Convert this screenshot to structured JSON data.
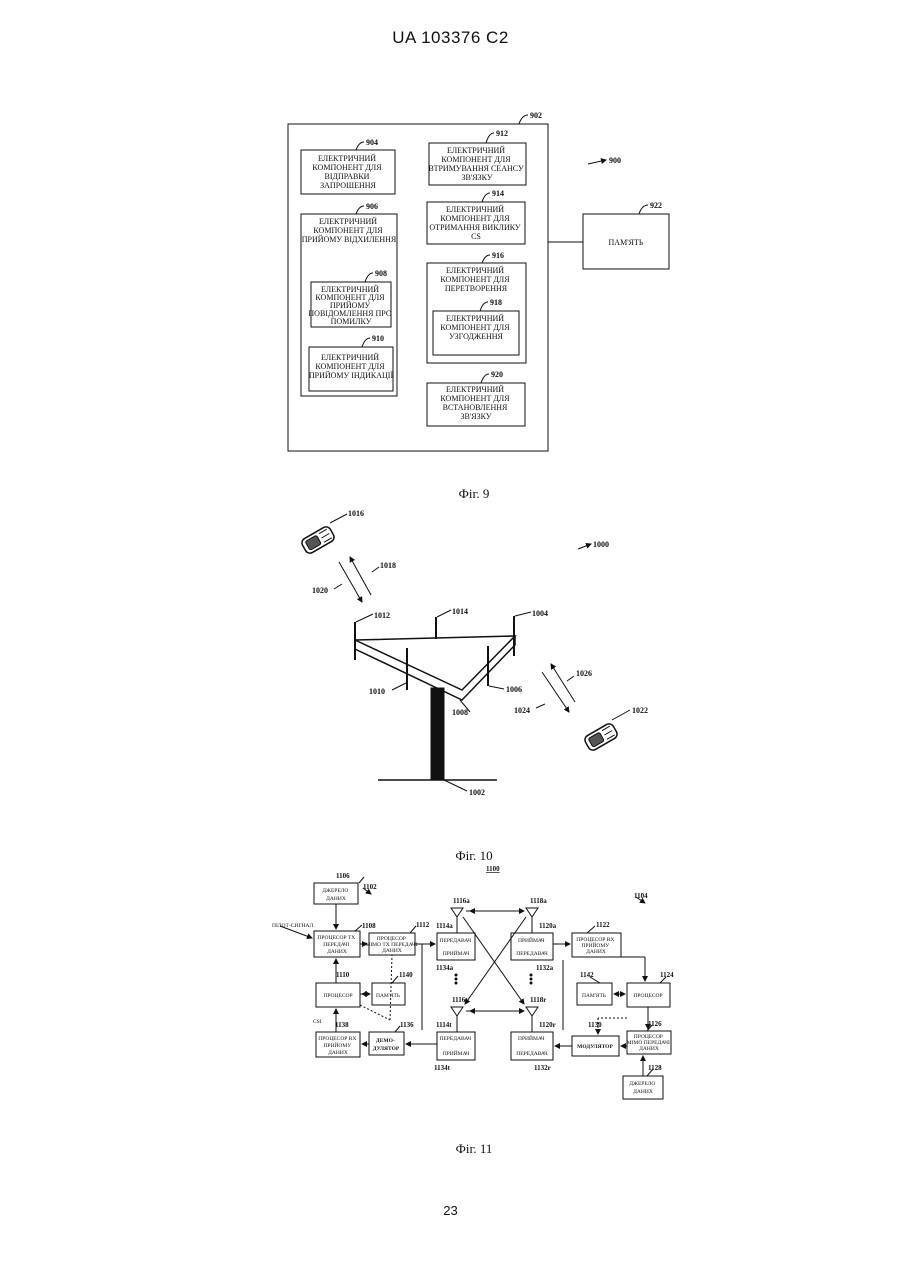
{
  "header": "UA   103376   C2",
  "page_number": "23",
  "fig9": {
    "caption": "Фіг. 9",
    "refs": {
      "r900": "900",
      "r902": "902",
      "r904": "904",
      "r906": "906",
      "r908": "908",
      "r910": "910",
      "r912": "912",
      "r914": "914",
      "r916": "916",
      "r918": "918",
      "r920": "920",
      "r922": "922"
    },
    "boxes": {
      "b904": [
        "ЕЛЕКТРИЧНИЙ",
        "КОМПОНЕНТ ДЛЯ",
        "ВІДПРАВКИ",
        "ЗАПРОШЕННЯ"
      ],
      "b906": [
        "ЕЛЕКТРИЧНИЙ",
        "КОМПОНЕНТ ДЛЯ",
        "ПРИЙОМУ ВІДХИЛЕННЯ"
      ],
      "b908": [
        "ЕЛЕКТРИЧНИЙ",
        "КОМПОНЕНТ ДЛЯ",
        "ПРИЙОМУ",
        "ПОВІДОМЛЕННЯ ПРО",
        "ПОМИЛКУ"
      ],
      "b910": [
        "ЕЛЕКТРИЧНИЙ",
        "КОМПОНЕНТ ДЛЯ",
        "ПРИЙОМУ ІНДИКАЦІЇ"
      ],
      "b912": [
        "ЕЛЕКТРИЧНИЙ",
        "КОМПОНЕНТ ДЛЯ",
        "ВТРИМУВАННЯ СЕАНСУ",
        "ЗВ'ЯЗКУ"
      ],
      "b914": [
        "ЕЛЕКТРИЧНИЙ",
        "КОМПОНЕНТ ДЛЯ",
        "ОТРИМАННЯ ВИКЛИКУ",
        "CS"
      ],
      "b916": [
        "ЕЛЕКТРИЧНИЙ",
        "КОМПОНЕНТ ДЛЯ",
        "ПЕРЕТВОРЕННЯ"
      ],
      "b918": [
        "ЕЛЕКТРИЧНИЙ",
        "КОМПОНЕНТ ДЛЯ",
        "УЗГОДЖЕННЯ"
      ],
      "b920": [
        "ЕЛЕКТРИЧНИЙ",
        "КОМПОНЕНТ ДЛЯ",
        "ВСТАНОВЛЕННЯ",
        "ЗВ'ЯЗКУ"
      ],
      "b922": [
        "ПАМ'ЯТЬ"
      ]
    }
  },
  "fig10": {
    "caption": "Фіг. 10",
    "refs": {
      "r1000": "1000",
      "r1002": "1002",
      "r1004": "1004",
      "r1006": "1006",
      "r1008": "1008",
      "r1010": "1010",
      "r1012": "1012",
      "r1014": "1014",
      "r1016": "1016",
      "r1018": "1018",
      "r1020": "1020",
      "r1022": "1022",
      "r1024": "1024",
      "r1026": "1026"
    }
  },
  "fig11": {
    "caption": "Фіг. 11",
    "title_ref": "1100",
    "refs": {
      "r1102": "1102",
      "r1104": "1104",
      "r1106": "1106",
      "r1108": "1108",
      "r1110": "1110",
      "r1112": "1112",
      "r1114a": "1114a",
      "r1114t": "1114t",
      "r1116a": "1116a",
      "r1116t": "1116t",
      "r1118a": "1118a",
      "r1118r": "1118r",
      "r1120a": "1120a",
      "r1120r": "1120r",
      "r1122": "1122",
      "r1124": "1124",
      "r1126": "1126",
      "r1128": "1128",
      "r1130": "1130",
      "r1132a": "1132a",
      "r1132r": "1132r",
      "r1134a": "1134a",
      "r1134t": "1134t",
      "r1136": "1136",
      "r1138": "1138",
      "r1140": "1140",
      "r1142": "1142"
    },
    "labels": {
      "pilot": "ПІЛОТ-СИГНАЛ",
      "csi": "CSI",
      "src_tx": [
        "ДЖЕРЕЛО",
        "ДАНИХ"
      ],
      "tx_proc": [
        "ПРОЦЕСОР TX",
        "ПЕРЕДАЧІ",
        "ДАНИХ"
      ],
      "mimo_tx": [
        "ПРОЦЕСОР",
        "МІМО TX ПЕРЕДАЧІ",
        "ДАНИХ"
      ],
      "tr_a": [
        "ПЕРЕДАВАЧ",
        "ПРИЙМАЧ"
      ],
      "tr_t": [
        "ПЕРЕДАВАЧ",
        "ПРИЙМАЧ"
      ],
      "proc_l": "ПРОЦЕСОР",
      "mem_l": "ПАМ'ЯТЬ",
      "rx_proc_l": [
        "ПРОЦЕСОР RX",
        "ПРИЙОМУ",
        "ДАНИХ"
      ],
      "demod": [
        "ДЕМО-",
        "ДУЛЯТОР"
      ],
      "rt_a": [
        "ПРИЙМАЧ",
        "ПЕРЕДАВАЧ"
      ],
      "rt_r": [
        "ПРИЙМАЧ",
        "ПЕРЕДАВАЧ"
      ],
      "rx_proc_r": [
        "ПРОЦЕСОР RX",
        "ПРИЙОМУ",
        "ДАНИХ"
      ],
      "mem_r": "ПАМ'ЯТЬ",
      "proc_r": "ПРОЦЕСОР",
      "mod": "МОДУЛЯТОР",
      "mimo_r": [
        "ПРОЦЕСОР",
        "МІМО ПЕРЕДАЧІ",
        "ДАНИХ"
      ],
      "src_r": [
        "ДЖЕРЕЛО",
        "ДАНИХ"
      ]
    }
  }
}
